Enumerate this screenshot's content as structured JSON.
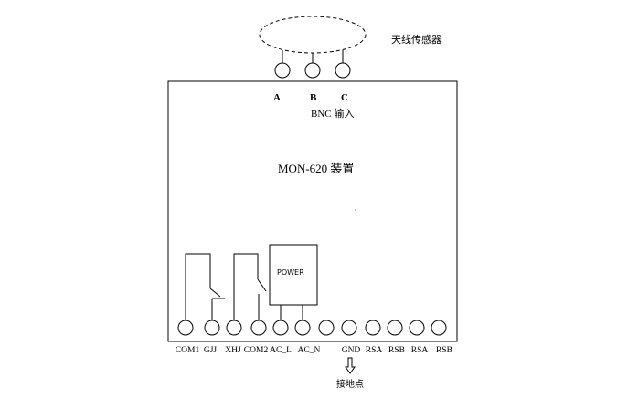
{
  "antenna": {
    "label": "天线传感器"
  },
  "bnc": {
    "labels": [
      "A",
      "B",
      "C"
    ],
    "input_label": "BNC 输入"
  },
  "device": {
    "title": "MON-620 装置",
    "power_label": "POWER"
  },
  "terminals": {
    "labels": [
      "COM1",
      "GJJ",
      "XHJ",
      "COM2",
      "AC_L",
      "AC_N",
      "GND",
      "RSA",
      "RSB",
      "RSA",
      "RSB"
    ]
  },
  "ground": {
    "label": "接地点"
  }
}
